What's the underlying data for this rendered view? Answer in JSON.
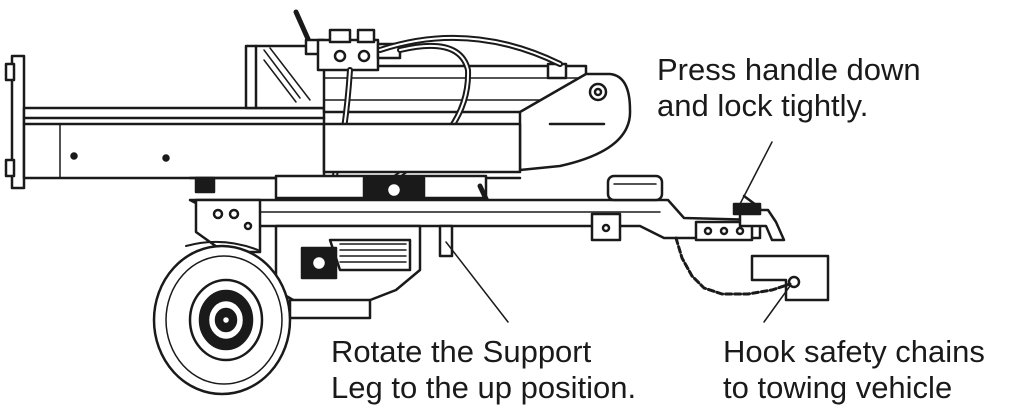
{
  "callouts": {
    "handle": [
      "Press handle down",
      "and lock tightly."
    ],
    "support_leg": [
      "Rotate the Support",
      "Leg to the up position."
    ],
    "chains": [
      "Hook safety chains",
      "to towing vehicle"
    ]
  }
}
